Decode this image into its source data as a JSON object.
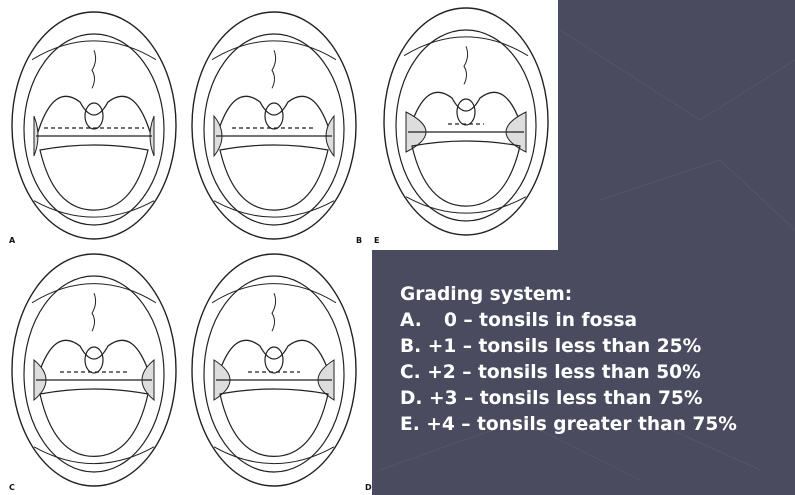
{
  "panels": [
    {
      "label": "A",
      "grade": "0"
    },
    {
      "label": "B",
      "grade": "+1"
    },
    {
      "label": "E",
      "grade": "+4"
    },
    {
      "label": "C",
      "grade": "+2"
    },
    {
      "label": "D",
      "grade": "+3"
    }
  ],
  "grading": {
    "heading": "Grading system:",
    "items": [
      {
        "letter": "A.",
        "text": "0 – tonsils in fossa"
      },
      {
        "letter": "B.",
        "text": "+1 – tonsils less than 25%"
      },
      {
        "letter": "C.",
        "text": "+2 – tonsils less than 50%"
      },
      {
        "letter": "D.",
        "text": "+3 – tonsils less than 75%"
      },
      {
        "letter": "E.",
        "text": "+4 – tonsils greater than 75%"
      }
    ]
  },
  "colors": {
    "slide_background": "#4a4b5f",
    "text": "#ffffff",
    "line_art": "#222222"
  }
}
